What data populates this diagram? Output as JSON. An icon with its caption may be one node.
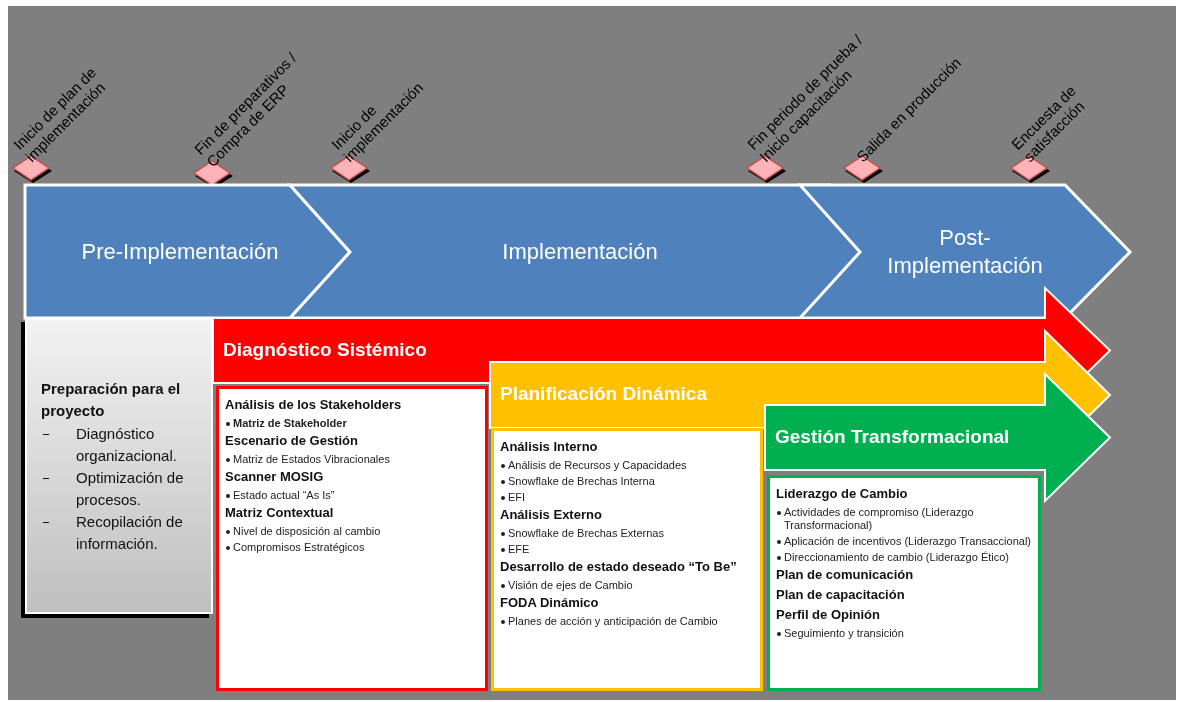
{
  "diagram": {
    "nodes": [
      {
        "text": [],
        "shape": "diamond",
        "beside": [
          "Inicio de plan de implementación"
        ]
      },
      {
        "text": [],
        "shape": "diamond",
        "beside": [
          "Fin de preparativos / Compra de ERP"
        ]
      },
      {
        "text": [],
        "shape": "diamond",
        "beside": [
          "Inicio de implementación"
        ]
      },
      {
        "text": [],
        "shape": "diamond",
        "beside": [
          "Fin periodo de prueba / Inicio capacitación"
        ]
      },
      {
        "text": [],
        "shape": "diamond",
        "beside": [
          "Salida en producción"
        ]
      },
      {
        "text": [],
        "shape": "diamond",
        "beside": [
          "Encuesta de satisfacción"
        ]
      },
      {
        "text": [
          "Pre-Implementación"
        ]
      },
      {
        "text": [
          "Implementación"
        ]
      },
      {
        "text": [
          "Post-Implementación"
        ]
      },
      {
        "text": [
          "Preparación para el proyecto",
          "Diagnóstico organizacional.",
          "Optimización de procesos.",
          "Recopilación de información."
        ]
      },
      {
        "text": [
          "Diagnóstico Sistémico"
        ]
      },
      {
        "text": [
          "Análisis de los Stakeholders",
          "Matriz de Stakeholder",
          "Escenario de Gestión",
          "Matriz de Estados Vibracionales",
          "Scanner MOSIG",
          "Estado actual “As Is”",
          "Matriz Contextual",
          "Nivel de disposición al cambio",
          "Compromisos Estratégicos"
        ]
      },
      {
        "text": [
          "Planificación Dinámica"
        ]
      },
      {
        "text": [
          "Análisis Interno",
          "Análisis de Recursos y Capacidades",
          "Snowflake de Brechas Interna",
          "EFI",
          "Análisis Externo",
          "Snowflake de Brechas Externas",
          "EFE",
          "Desarrollo de estado deseado “To Be”",
          "Visión de ejes de Cambio",
          "FODA Dinámico",
          "Planes de acción y anticipación de Cambio"
        ]
      },
      {
        "text": [
          "Gestión Transformacional"
        ]
      },
      {
        "text": [
          "Liderazgo de Cambio",
          "Actividades de compromiso (Liderazgo Transformacional)",
          "Aplicación de incentivos (Liderazgo Transaccional)",
          "Direccionamiento de cambio (Liderazgo Ético)",
          "Plan de comunicación",
          "Plan de capacitación",
          "Perfil de Opinión",
          "Seguimiento y transición"
        ]
      }
    ]
  }
}
